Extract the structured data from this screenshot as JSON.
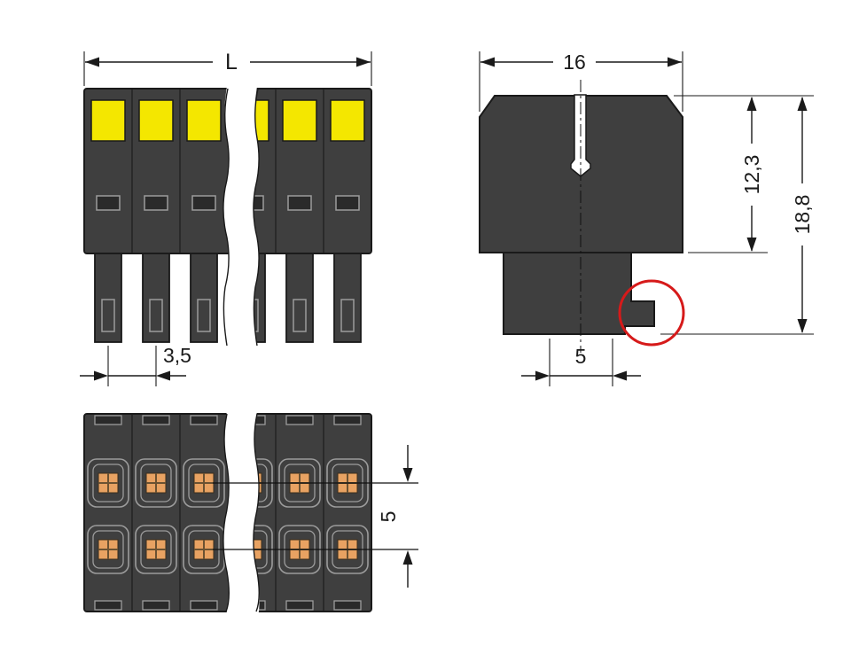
{
  "front_view": {
    "length_label": "L",
    "pitch_label": "3,5"
  },
  "side_view": {
    "width_label": "16",
    "upper_height_label": "12,3",
    "total_height_label": "18,8",
    "pin_spacing_label": "5"
  },
  "bottom_view": {
    "row_spacing_label": "5"
  },
  "colors": {
    "background": "#ffffff",
    "body": "#3f3f3f",
    "body_dark": "#2a2a2a",
    "edge": "#1a1a1a",
    "detail_light": "#9c9c9c",
    "button_yellow": "#f4e700",
    "terminal_orange": "#e8a262",
    "terminal_grid": "#6b5232",
    "dimension": "#1a1a1a",
    "highlight_red": "#d61a1a"
  }
}
